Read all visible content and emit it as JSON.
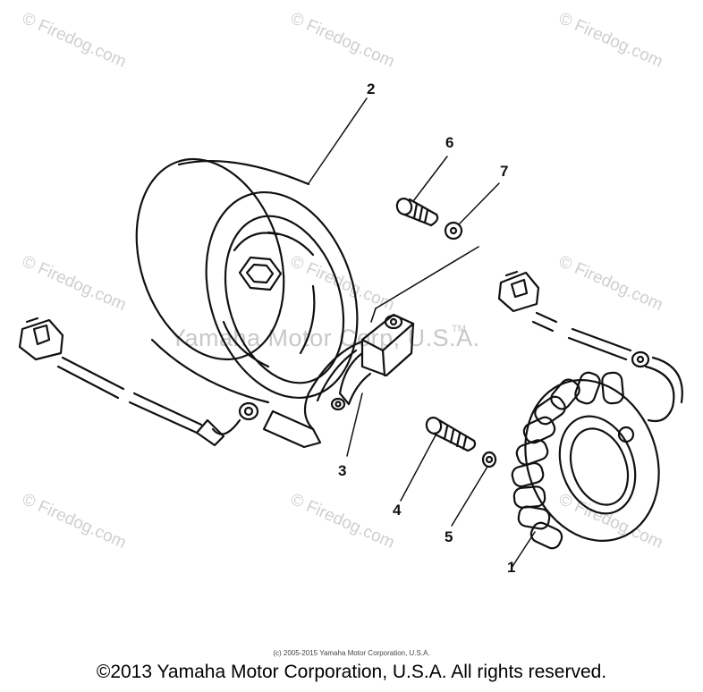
{
  "watermark": {
    "corner_text": "© Firedog.com",
    "center_text": "Yamaha Motor Corp, U.S.A.",
    "tm_mark": "TM"
  },
  "callouts": {
    "part1": "1",
    "part2": "2",
    "part3": "3",
    "part4": "4",
    "part5": "5",
    "part6": "6",
    "part7": "7"
  },
  "copyright_small": "(c) 2005-2015 Yamaha Motor Corporation, U.S.A.",
  "copyright_footer": "©2013 Yamaha Motor Corporation, U.S.A. All rights reserved."
}
